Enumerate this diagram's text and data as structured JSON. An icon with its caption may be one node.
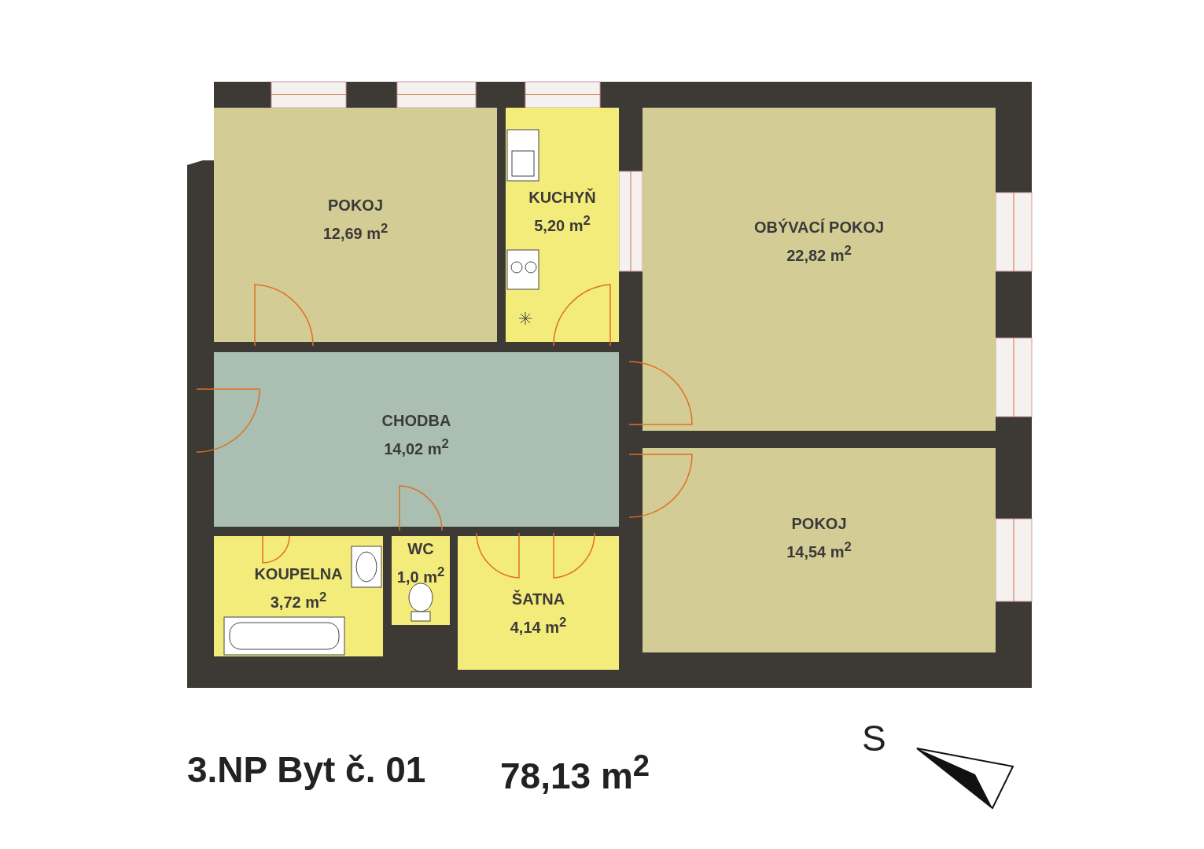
{
  "diagram": {
    "title": "3.NP Byt č. 01",
    "nodes": [
      {
        "text": [
          "POKOJ",
          "12,69 m$^{2}$"
        ]
      },
      {
        "text": [
          "KUCHYŇ",
          "5,20 m$^{2}$"
        ]
      },
      {
        "text": [
          "OBÝVACÍ POKOJ",
          "22,82 m$^{2}$"
        ]
      },
      {
        "text": [
          "CHODBA",
          "14,02 m$^{2}$"
        ]
      },
      {
        "text": [
          "KOUPELNA",
          "3,72 m$^{2}$"
        ]
      },
      {
        "text": [
          "WC",
          "1,0 m$^{2}$"
        ]
      },
      {
        "text": [
          "ŠATNA",
          "4,14 m$^{2}$"
        ]
      },
      {
        "text": [
          "POKOJ",
          "14,54 m$^{2}$"
        ]
      }
    ],
    "edges": [],
    "labels": [
      "78,13 m$^{2}$",
      "S"
    ]
  }
}
